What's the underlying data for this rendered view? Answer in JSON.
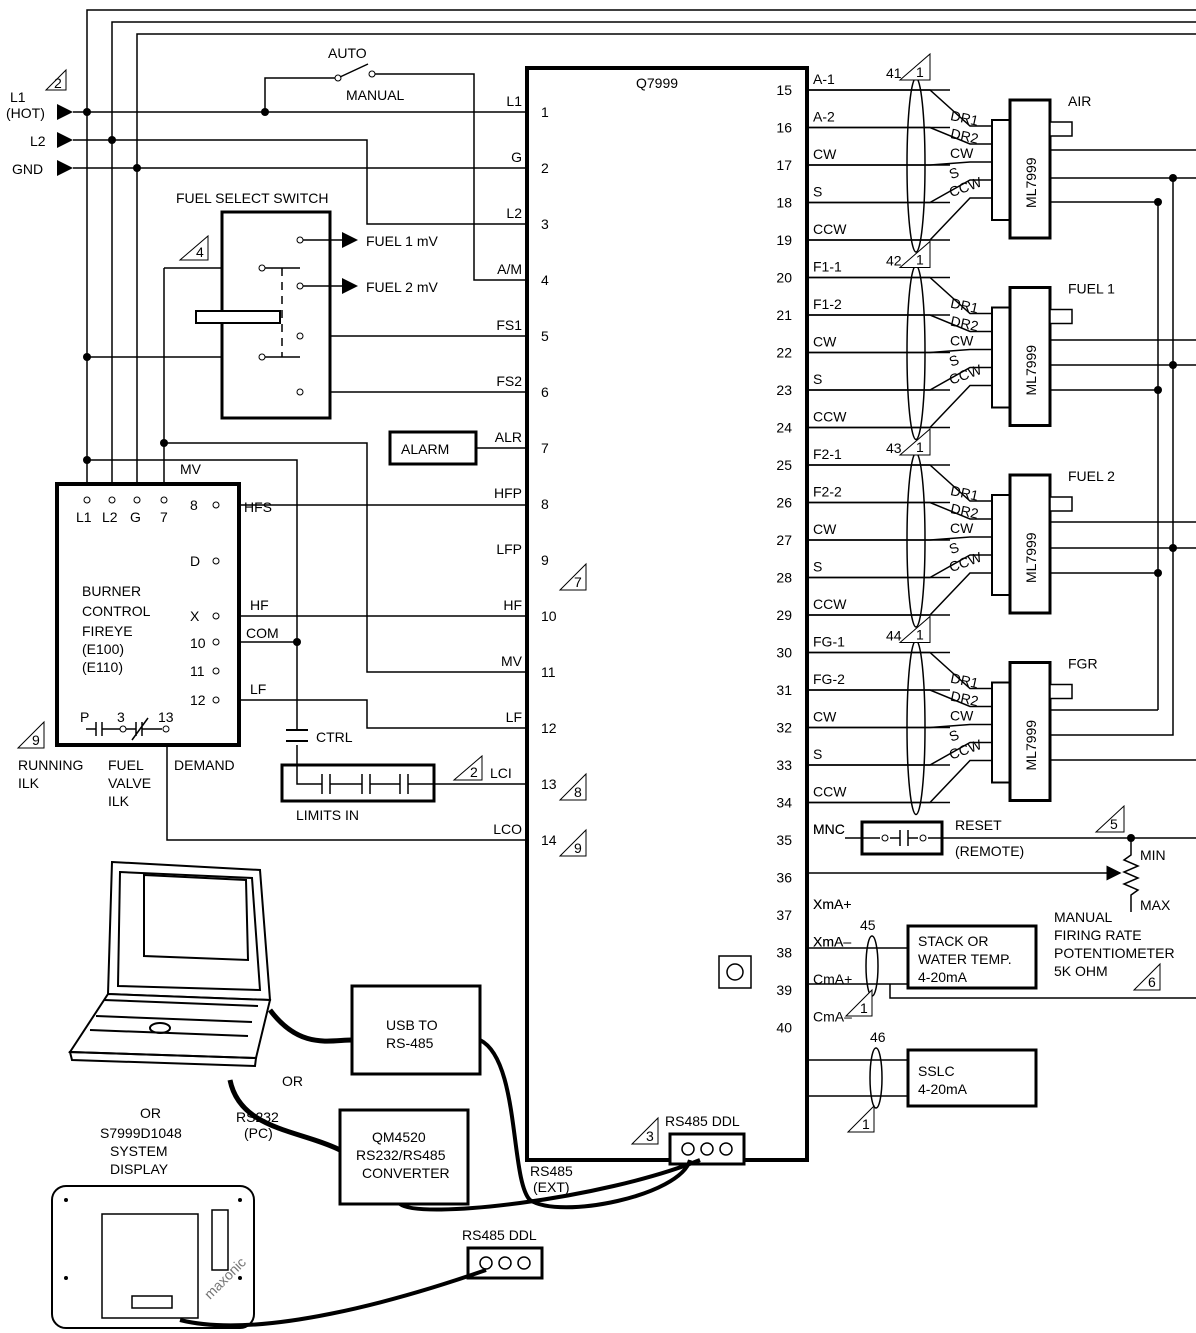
{
  "inputs": {
    "l1": "L1",
    "hot": "(HOT)",
    "l2": "L2",
    "gnd": "GND"
  },
  "auto": "AUTO",
  "manual": "MANUAL",
  "fuel_select_switch": "FUEL SELECT SWITCH",
  "fuel1_mv": "FUEL 1 mV",
  "fuel2_mv": "FUEL 2 mV",
  "alarm": "ALARM",
  "mv": "MV",
  "burner": {
    "terms": [
      "L1",
      "L2",
      "G",
      "7"
    ],
    "lines": [
      "BURNER",
      "CONTROL",
      "FIREYE",
      "(E100)",
      "(E110)"
    ],
    "right_terms": [
      "8",
      "D",
      "X",
      "10",
      "11",
      "12"
    ],
    "bottom_terms": [
      "P",
      "3",
      "13"
    ]
  },
  "wire_labels": {
    "hfs": "HFS",
    "hf": "HF",
    "com": "COM",
    "lf": "LF"
  },
  "ctrl": "CTRL",
  "limits_in": "LIMITS IN",
  "running_ilk": [
    "RUNNING",
    "ILK"
  ],
  "fuel_valve_ilk": [
    "FUEL",
    "VALVE",
    "ILK"
  ],
  "demand": "DEMAND",
  "controller": "Q7999",
  "left_terminals": [
    {
      "n": "1",
      "s": "L1"
    },
    {
      "n": "2",
      "s": "G"
    },
    {
      "n": "3",
      "s": "L2"
    },
    {
      "n": "4",
      "s": "A/M"
    },
    {
      "n": "5",
      "s": "FS1"
    },
    {
      "n": "6",
      "s": "FS2"
    },
    {
      "n": "7",
      "s": "ALR"
    },
    {
      "n": "8",
      "s": "HFP"
    },
    {
      "n": "9",
      "s": "LFP"
    },
    {
      "n": "10",
      "s": "HF"
    },
    {
      "n": "11",
      "s": "MV"
    },
    {
      "n": "12",
      "s": "LF"
    },
    {
      "n": "13",
      "s": "LCI"
    },
    {
      "n": "14",
      "s": "LCO"
    }
  ],
  "right_terminals": [
    {
      "n": "15",
      "s": "A-1"
    },
    {
      "n": "16",
      "s": "A-2"
    },
    {
      "n": "17",
      "s": "CW"
    },
    {
      "n": "18",
      "s": "S"
    },
    {
      "n": "19",
      "s": "CCW"
    },
    {
      "n": "20",
      "s": "F1-1"
    },
    {
      "n": "21",
      "s": "F1-2"
    },
    {
      "n": "22",
      "s": "CW"
    },
    {
      "n": "23",
      "s": "S"
    },
    {
      "n": "24",
      "s": "CCW"
    },
    {
      "n": "25",
      "s": "F2-1"
    },
    {
      "n": "26",
      "s": "F2-2"
    },
    {
      "n": "27",
      "s": "CW"
    },
    {
      "n": "28",
      "s": "S"
    },
    {
      "n": "29",
      "s": "CCW"
    },
    {
      "n": "30",
      "s": "FG-1"
    },
    {
      "n": "31",
      "s": "FG-2"
    },
    {
      "n": "32",
      "s": "CW"
    },
    {
      "n": "33",
      "s": "S"
    },
    {
      "n": "34",
      "s": "CCW"
    },
    {
      "n": "35",
      "s": "MNC"
    },
    {
      "n": "36",
      "s": ""
    },
    {
      "n": "37",
      "s": "XmA+"
    },
    {
      "n": "38",
      "s": "XmA–"
    },
    {
      "n": "39",
      "s": "CmA+"
    },
    {
      "n": "40",
      "s": "CmA–"
    }
  ],
  "actuators": [
    {
      "label": "AIR",
      "model": "ML7999",
      "cable": "41"
    },
    {
      "label": "FUEL 1",
      "model": "ML7999",
      "cable": "42"
    },
    {
      "label": "FUEL 2",
      "model": "ML7999",
      "cable": "43"
    },
    {
      "label": "FGR",
      "model": "ML7999",
      "cable": "44"
    }
  ],
  "actuator_terms": [
    "DR1",
    "DR2",
    "CW",
    "S",
    "CCW"
  ],
  "reset": [
    "RESET",
    "(REMOTE)"
  ],
  "pot": {
    "min": "MIN",
    "max": "MAX",
    "lines": [
      "MANUAL",
      "FIRING RATE",
      "POTENTIOMETER",
      "5K OHM"
    ]
  },
  "stack": {
    "cable": "45",
    "lines": [
      "STACK OR",
      "WATER TEMP.",
      "4-20mA"
    ]
  },
  "sslc": {
    "cable": "46",
    "lines": [
      "SSLC",
      "4-20mA"
    ]
  },
  "notes": {
    "n1": "1",
    "n2": "2",
    "n3": "3",
    "n4": "4",
    "n5": "5",
    "n6": "6",
    "n7": "7",
    "n8": "8",
    "n9": "9"
  },
  "usb": [
    "USB TO",
    "RS-485"
  ],
  "converter": [
    "QM4520",
    "RS232/RS485",
    "CONVERTER"
  ],
  "or": "OR",
  "rs232": [
    "RS232",
    "(PC)"
  ],
  "rs485_ext": [
    "RS485",
    "(EXT)"
  ],
  "rs485_ddl": "RS485 DDL",
  "display": [
    "S7999D1048",
    "SYSTEM",
    "DISPLAY"
  ],
  "watermark": "maxonic"
}
